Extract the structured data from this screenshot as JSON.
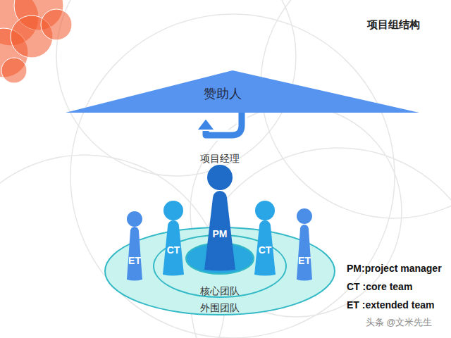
{
  "diagram": {
    "title": "项目组结构",
    "nodes": [
      {
        "text": [
          "赞助人"
        ]
      },
      {
        "text": [
          "外围团队"
        ]
      },
      {
        "text": [
          "核心团队"
        ],
        "in": 1
      },
      {
        "text": [
          "ET"
        ],
        "in": 1
      },
      {
        "text": [
          "CT"
        ],
        "in": 2
      },
      {
        "text": [
          "项目经理",
          "PM"
        ],
        "in": 2
      },
      {
        "text": [
          "CT"
        ],
        "in": 2
      },
      {
        "text": [
          "ET"
        ],
        "in": 1
      }
    ],
    "labels": [
      "PM:project manager",
      "CT :core team",
      "ET :extended team",
      "头条 @文米先生"
    ]
  }
}
